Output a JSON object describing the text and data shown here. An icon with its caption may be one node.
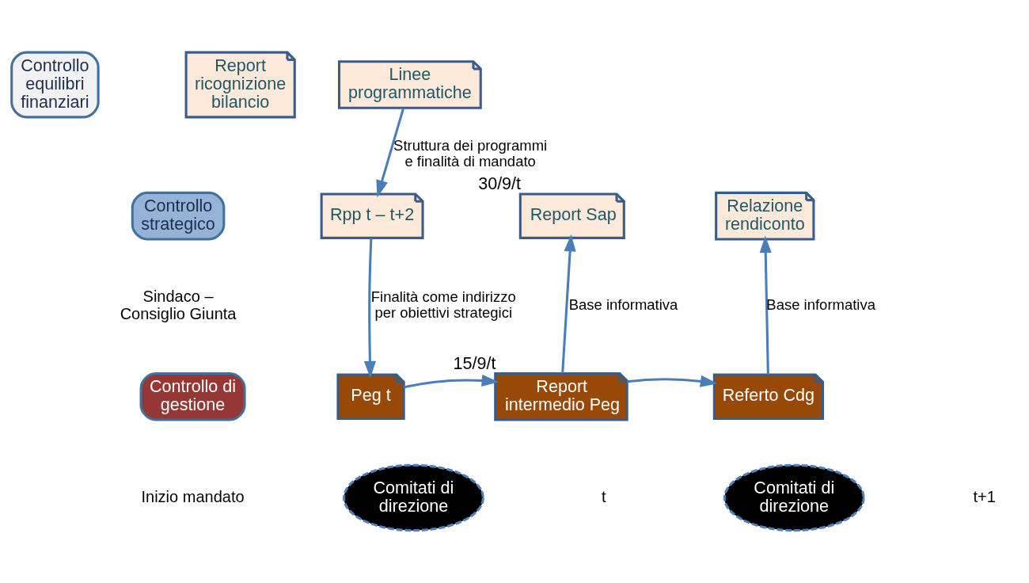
{
  "diagram": {
    "nodes": [
      {
        "text": [
          "Controllo equilibri finanziari"
        ]
      },
      {
        "text": [
          "Controllo strategico"
        ]
      },
      {
        "text": [
          "Controllo di gestione"
        ]
      },
      {
        "text": [
          "Linee programmatiche"
        ]
      },
      {
        "text": [
          "Report ricognizione bilancio"
        ]
      },
      {
        "text": [
          "Rpp t – t+2"
        ]
      },
      {
        "text": [
          "Report Sap"
        ],
        "beside": [
          "30/9/t"
        ]
      },
      {
        "text": [
          "Relazione rendiconto"
        ]
      },
      {
        "text": [
          "Peg t"
        ]
      },
      {
        "text": [
          "Report intermedio Peg"
        ],
        "beside": [
          "15/9/t"
        ]
      },
      {
        "text": [
          "Referto Cdg"
        ]
      },
      {
        "text": [
          "Comitati di direzione"
        ]
      },
      {
        "text": [
          "Comitati di direzione"
        ]
      }
    ],
    "edges": [
      {
        "from": 3,
        "to": 5,
        "arrow": "to",
        "label": "Struttura dei programmi e finalità di mandato"
      },
      {
        "from": 5,
        "to": 8,
        "arrow": "to",
        "label": "Finalità come indirizzo per obiettivi strategici"
      },
      {
        "from": 8,
        "to": 9,
        "arrow": "to"
      },
      {
        "from": 9,
        "to": 6,
        "arrow": "to",
        "label": "Base informativa"
      },
      {
        "from": 9,
        "to": 10,
        "arrow": "to"
      },
      {
        "from": 10,
        "to": 7,
        "arrow": "to",
        "label": "Base informativa"
      }
    ],
    "labels": [
      "Sindaco – Consiglio Giunta",
      "Inizio mandato",
      "t",
      "t+1"
    ]
  }
}
